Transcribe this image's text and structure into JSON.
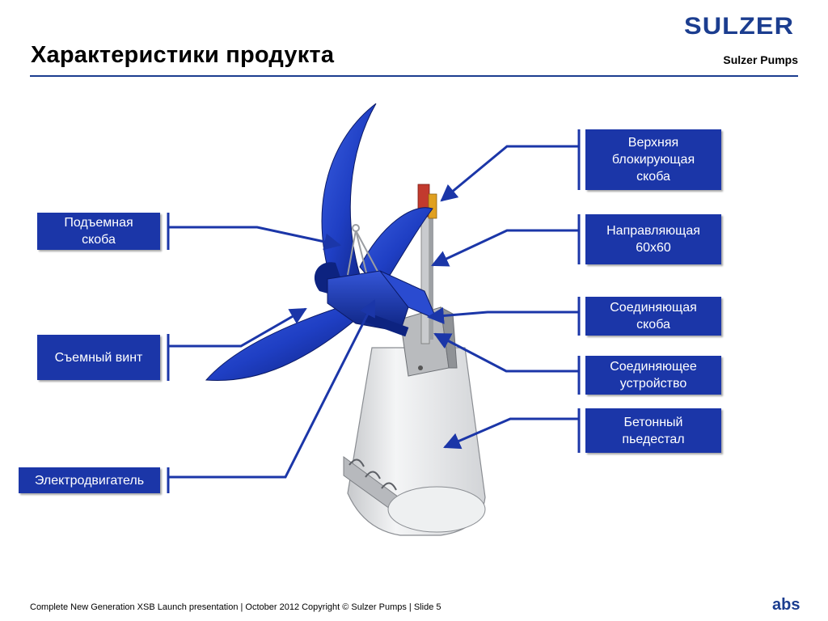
{
  "header": {
    "title": "Характеристики продукта",
    "logo": "SULZER",
    "subtitle": "Sulzer Pumps"
  },
  "labels": {
    "lifting_bracket": "Подъемная\nскоба",
    "removable_propeller": "Съемный винт",
    "motor": "Электродвигатель",
    "upper_locking_bracket": "Верхняя\nблокирующая\nскоба",
    "guide_rail": "Направляющая\n60х60",
    "connecting_bracket": "Соединяющая\nскоба",
    "connecting_device": "Соединяющее\nустройство",
    "concrete_pedestal": "Бетонный\nпьедестал"
  },
  "footer": {
    "text": "Complete New Generation XSB Launch presentation | October 2012 Copyright © Sulzer Pumps | Slide 5",
    "abs_logo": "abs"
  },
  "colors": {
    "brand": "#1b3d8f",
    "label_bg": "#1b36a8",
    "propeller": "#1f3fc4",
    "pedestal": "#e6e7e9"
  },
  "icons": {
    "brand_logo": "sulzer-logo",
    "secondary_logo": "abs-logo"
  }
}
